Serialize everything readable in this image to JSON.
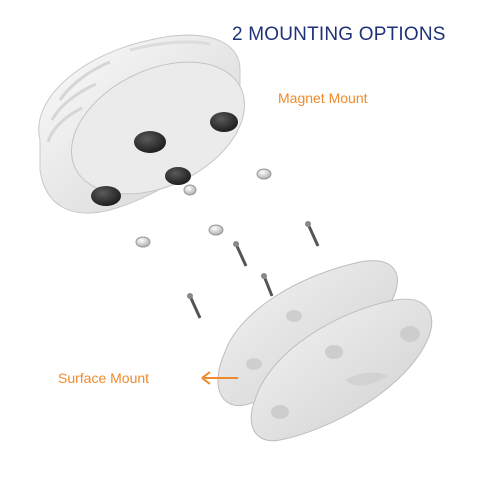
{
  "title": "2 MOUNTING OPTIONS",
  "labels": {
    "magnet_mount": "Magnet Mount",
    "surface_mount": "Surface Mount"
  },
  "colors": {
    "title": "#1f3278",
    "accent": "#f08a2a",
    "housing": "#ececec",
    "magnet": "#2b2b2b",
    "plate": "#e6e6e6"
  }
}
